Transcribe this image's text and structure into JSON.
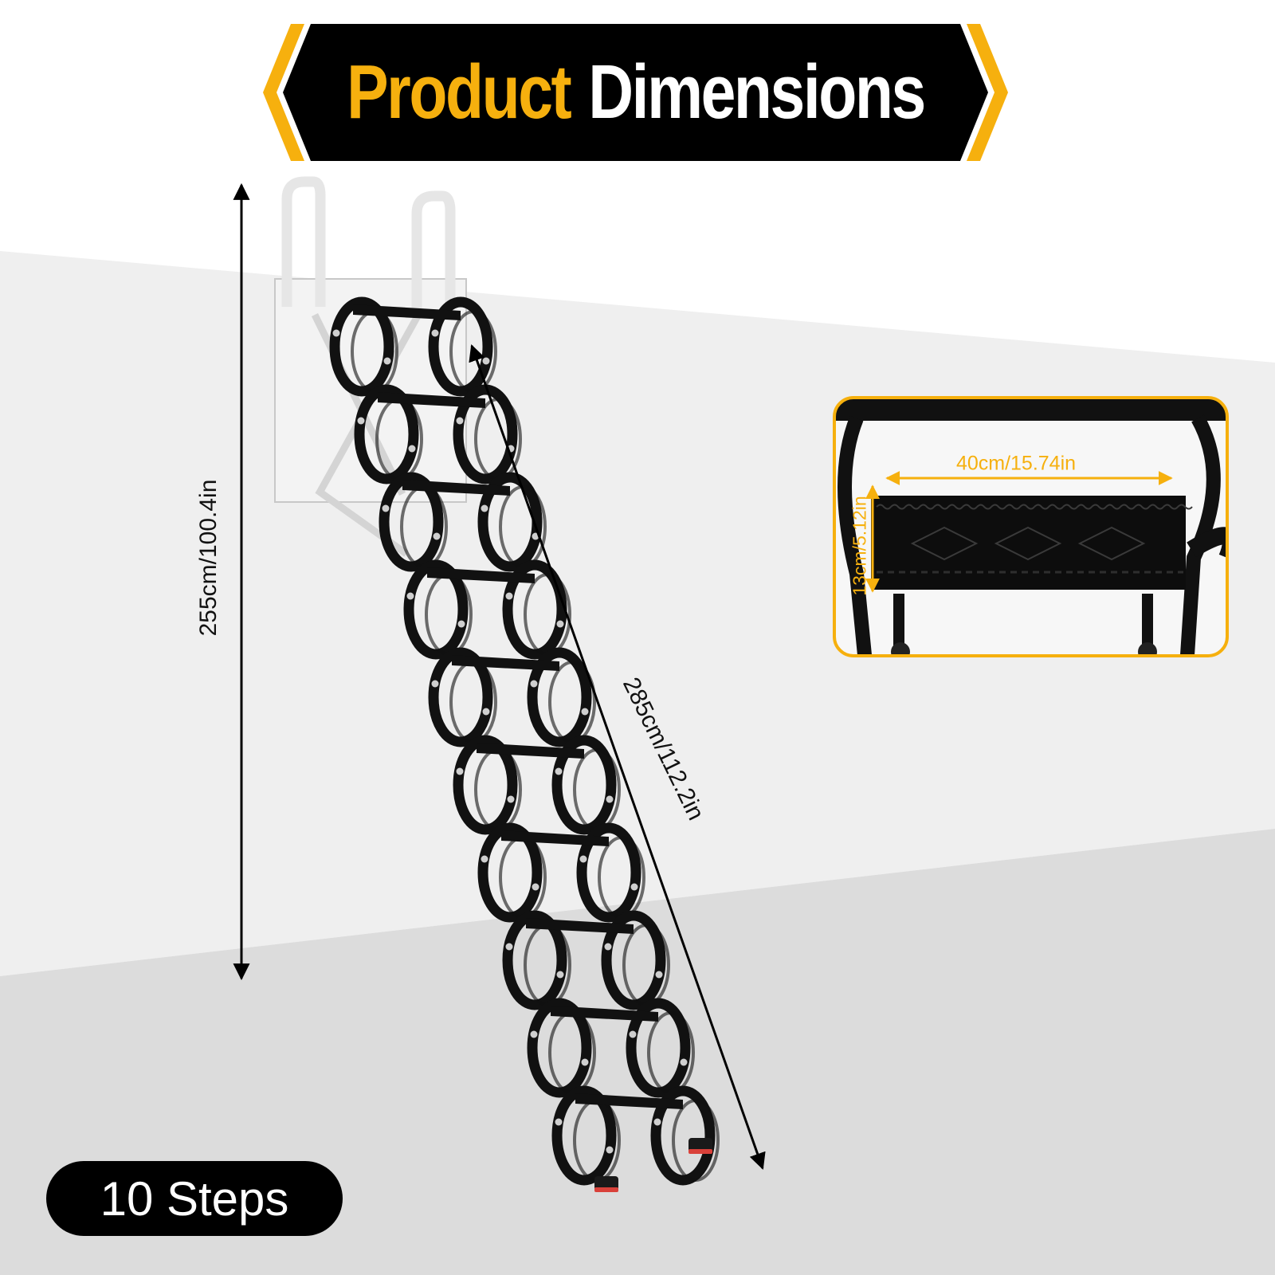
{
  "banner": {
    "title_part1": "Product",
    "title_part2": "Dimensions",
    "accent_color": "#f6b00e",
    "background_color": "#000000"
  },
  "dimensions": {
    "height_label": "255cm/100.4in",
    "length_label": "285cm/112.2in"
  },
  "inset": {
    "width_label": "40cm/15.74in",
    "height_label": "13cm/5.12in",
    "border_color": "#f6b00e"
  },
  "badge": {
    "steps_label": "10 Steps"
  },
  "product": {
    "step_count": 10,
    "ladder_color": "#111111",
    "bracket_color": "#e8e8e8"
  }
}
